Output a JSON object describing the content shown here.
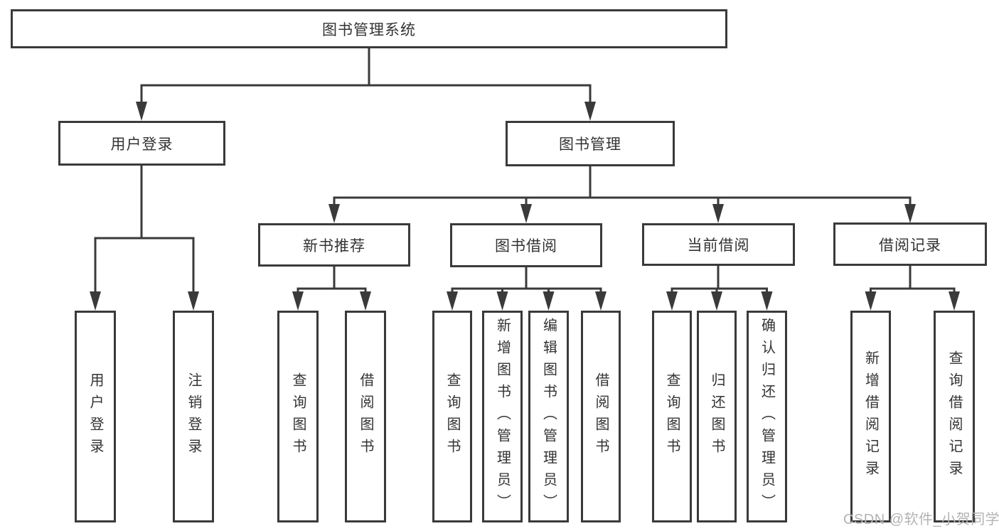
{
  "diagram": {
    "root": "图书管理系统",
    "level2": [
      "用户登录",
      "图书管理"
    ],
    "level3": [
      "新书推荐",
      "图书借阅",
      "当前借阅",
      "借阅记录"
    ],
    "leaves": {
      "user_login": [
        "用户登录",
        "注销登录"
      ],
      "new_books": [
        "查询图书",
        "借阅图书"
      ],
      "book_borrow": [
        "查询图书",
        "新增图书（管理员）",
        "编辑图书（管理员）",
        "借阅图书"
      ],
      "current_borrow": [
        "查询图书",
        "归还图书",
        "确认归还（管理员）"
      ],
      "borrow_records": [
        "新增借阅记录",
        "查询借阅记录"
      ]
    },
    "colors": {
      "line": "#3a3a3a",
      "box_border": "#3a3a3a",
      "text": "#333333",
      "watermark": "#b3b3b3",
      "background": "#ffffff"
    },
    "watermark": "CSDN @软件_小贺同学"
  }
}
